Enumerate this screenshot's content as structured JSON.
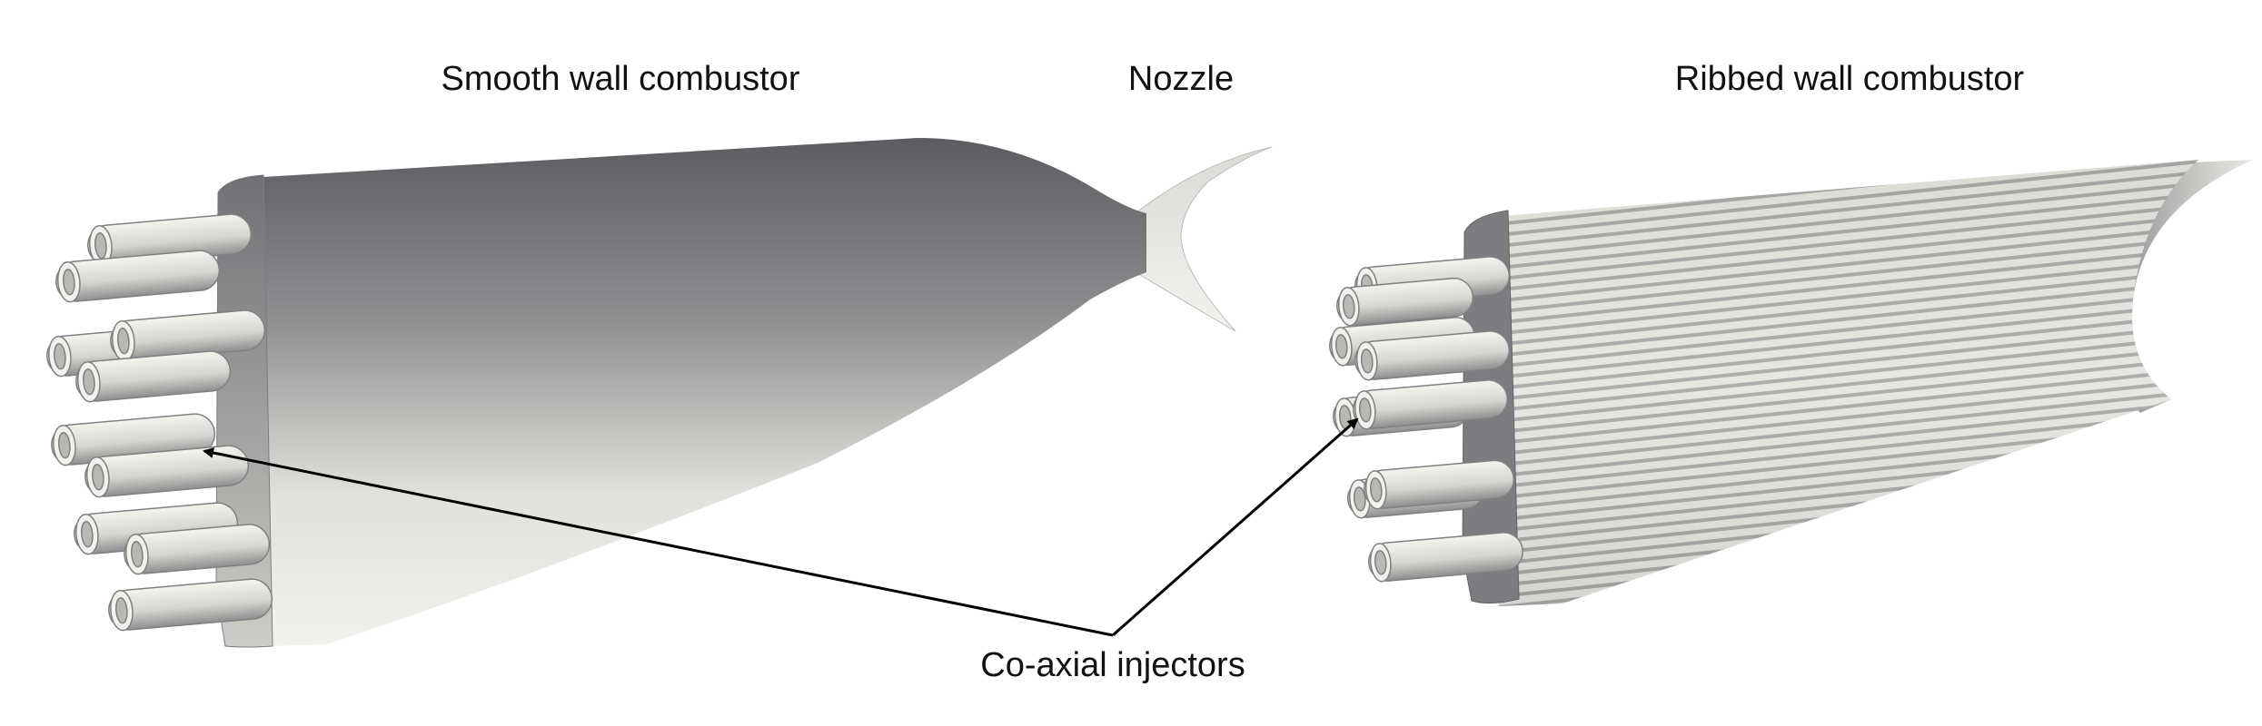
{
  "labels": {
    "smooth": "Smooth wall combustor",
    "nozzle": "Nozzle",
    "ribbed": "Ribbed wall combustor",
    "injectors": "Co-axial injectors"
  },
  "colors": {
    "surface_light": "#f1efe9",
    "surface_dark": "#5d5f63",
    "arrow": "#000000"
  }
}
